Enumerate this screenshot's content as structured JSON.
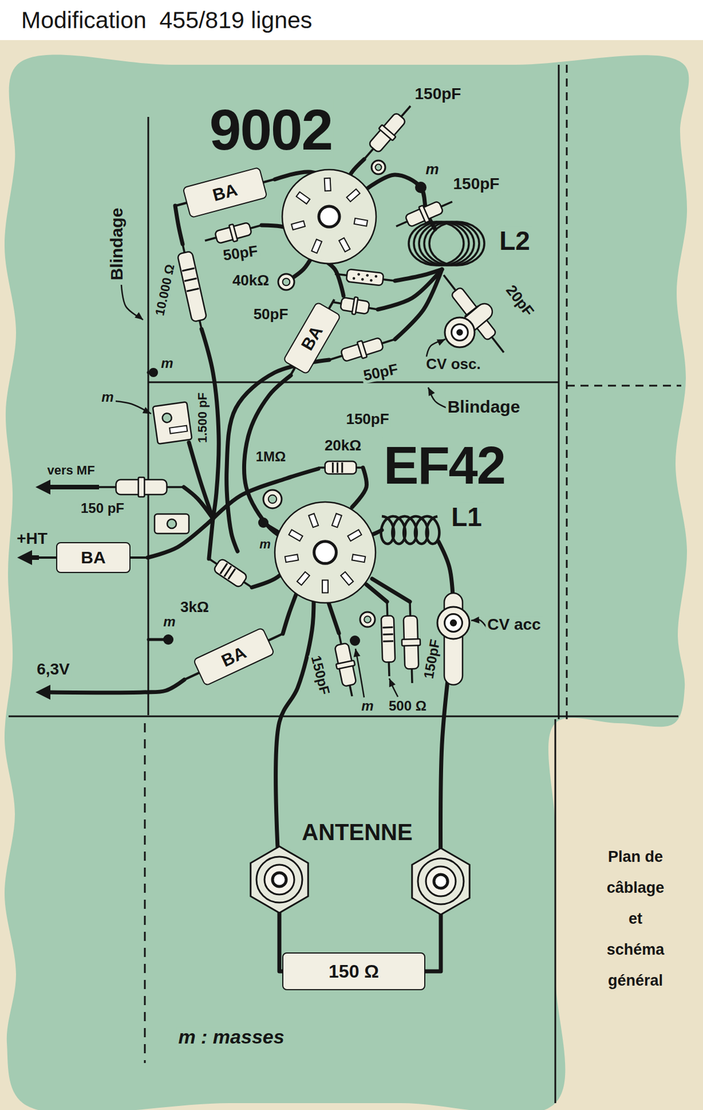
{
  "diagram": {
    "title": "Modification  455/819 lignes",
    "caption": "Plan de câblage et schéma général",
    "nodes": [
      {
        "text": [
          "BA"
        ]
      },
      {
        "text": [
          "BA"
        ]
      },
      {
        "text": [
          "BA"
        ]
      },
      {
        "text": [
          "BA"
        ]
      },
      {
        "text": [
          "150 Ω"
        ]
      }
    ],
    "labels": [
      "9002",
      "150pF",
      "m",
      "150pF",
      "L2",
      "50pF",
      "40kΩ",
      "50pF",
      "10.000 Ω",
      "20pF",
      "50pF",
      "CV osc.",
      "Blindage",
      "Blindage",
      "m",
      "m",
      "1.500 pF",
      "150pF",
      "20kΩ",
      "1MΩ",
      "EF42",
      "vers MF",
      "150 pF",
      "L1",
      "+HT",
      "m",
      "3kΩ",
      "CV acc",
      "m",
      "6,3V",
      "150pF",
      "m",
      "500 Ω",
      "150pF",
      "ANTENNE",
      "m : masses"
    ]
  }
}
